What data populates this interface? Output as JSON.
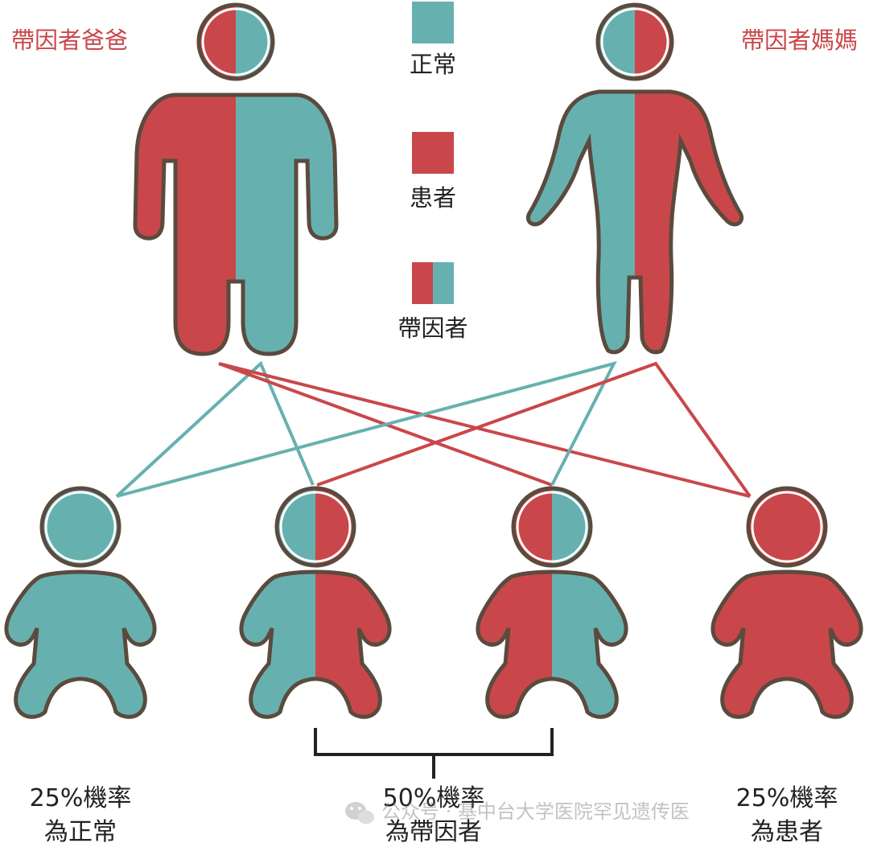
{
  "colors": {
    "normal": "#66b1b0",
    "affected": "#c9474a",
    "outline": "#5b4a3e",
    "label": "#c9474a",
    "text": "#222222",
    "bracket": "#222222"
  },
  "parents": {
    "father_label": "帶因者爸爸",
    "mother_label": "帶因者媽媽"
  },
  "legend": {
    "normal": "正常",
    "affected": "患者",
    "carrier": "帶因者"
  },
  "outcomes": {
    "normal_pct": "25%機率",
    "normal_desc": "為正常",
    "carrier_pct": "50%機率",
    "carrier_desc": "為帶因者",
    "affected_pct": "25%機率",
    "affected_desc": "為患者"
  },
  "watermark": {
    "text": "公众号 · 基中台大学医院罕见遗传医"
  },
  "icons": {
    "father": "adult-male-figure-icon",
    "mother": "adult-female-figure-icon",
    "baby": "baby-figure-icon",
    "watermark": "wechat-icon"
  }
}
